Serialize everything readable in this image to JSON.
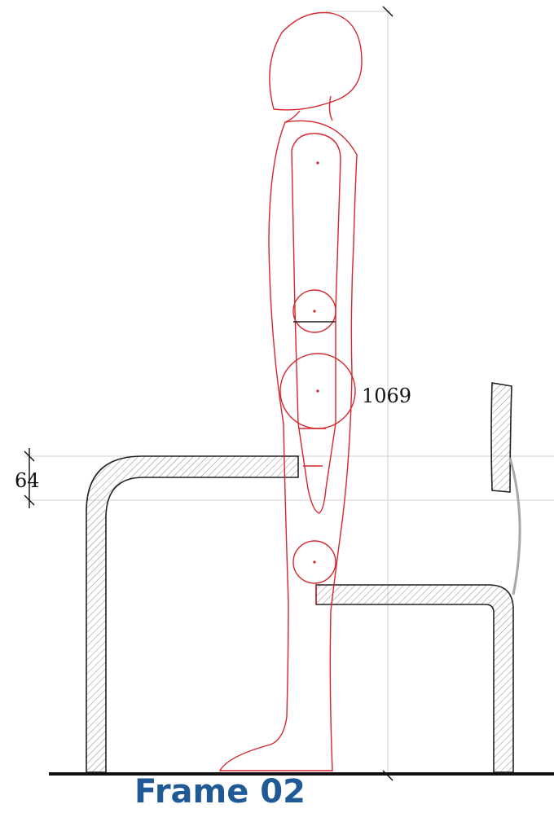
{
  "dimensions": {
    "height_value": "1069",
    "offset_value": "64"
  },
  "caption": "Frame 02",
  "colors": {
    "figure": "#d7262d",
    "structure": "#222222",
    "guide": "#cfcfcf",
    "caption": "#1f5a96",
    "hatch": "#8a8a8a",
    "strap": "#a8a8a8"
  }
}
